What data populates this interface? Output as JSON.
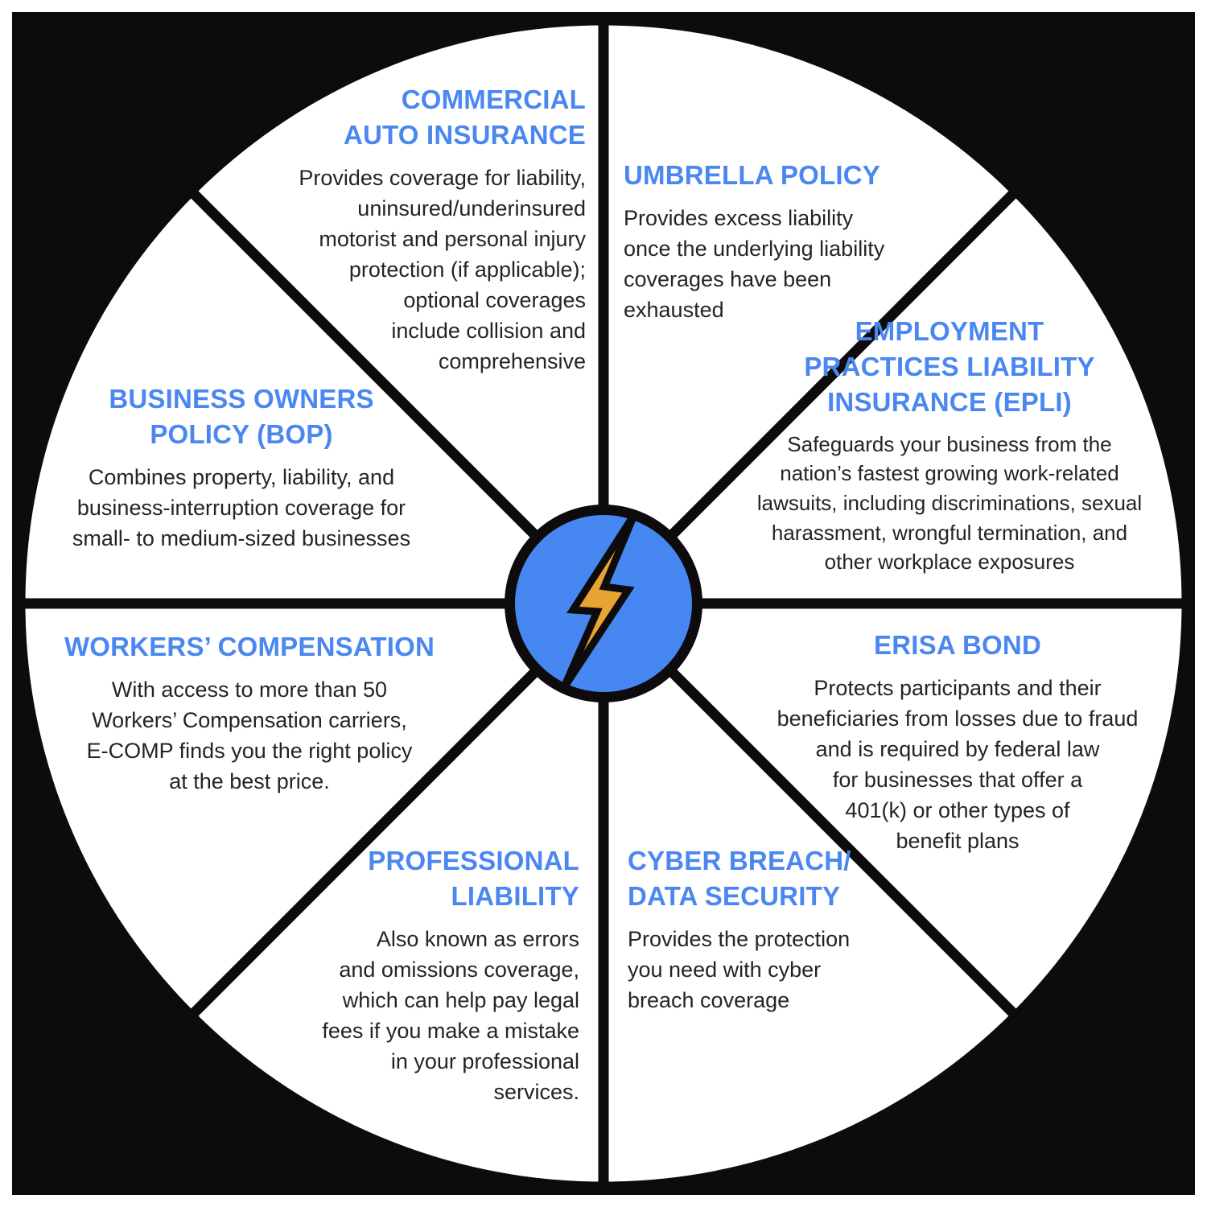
{
  "diagram": {
    "type": "insurance-coverage-wheel",
    "colors": {
      "canvas_black": "#0d0b0c",
      "wheel_white": "#ffffff",
      "heading_blue": "#4a87f0",
      "body_text": "#262324",
      "center_blue": "#4787f2",
      "bolt_gold": "#e7a431"
    },
    "center": {
      "icon": "lightning-bolt-icon"
    },
    "segments": [
      {
        "id": "umbrella-policy",
        "position": "top-right",
        "title": "UMBRELLA POLICY",
        "description": "Provides excess liability\nonce the underlying liability\ncoverages have been\nexhausted"
      },
      {
        "id": "employment-practices-liability-insurance",
        "position": "right-upper",
        "title": "EMPLOYMENT\nPRACTICES LIABILITY\nINSURANCE (EPLI)",
        "description": "Safeguards your business from the\nnation’s fastest growing work-related\nlawsuits, including discriminations, sexual\nharassment, wrongful termination, and\nother workplace exposures"
      },
      {
        "id": "erisa-bond",
        "position": "right-lower",
        "title": "ERISA BOND",
        "description": "Protects participants and their\nbeneficiaries from losses due to fraud\nand is required by federal law\nfor businesses that offer a\n401(k) or other types of\nbenefit plans"
      },
      {
        "id": "cyber-breach-data-security",
        "position": "bottom-right",
        "title": "CYBER BREACH/\nDATA SECURITY",
        "description": "Provides the protection\nyou need with cyber\nbreach coverage"
      },
      {
        "id": "professional-liability",
        "position": "bottom-left",
        "title": "PROFESSIONAL\nLIABILITY",
        "description": "Also known as errors\nand omissions coverage,\nwhich can help pay legal\nfees if you make a mistake\nin your professional\nservices."
      },
      {
        "id": "workers-compensation",
        "position": "left-lower",
        "title": "WORKERS’ COMPENSATION",
        "description": "With access to more than 50\nWorkers’ Compensation carriers,\nE-COMP finds you the right policy\nat the best price."
      },
      {
        "id": "business-owners-policy",
        "position": "left-upper",
        "title": "BUSINESS OWNERS\nPOLICY (BOP)",
        "description": "Combines property, liability, and\nbusiness-interruption coverage for\nsmall- to medium-sized businesses"
      },
      {
        "id": "commercial-auto-insurance",
        "position": "top-left",
        "title": "COMMERCIAL\nAUTO INSURANCE",
        "description": "Provides coverage for liability,\nuninsured/underinsured\nmotorist and personal injury\nprotection (if applicable);\noptional coverages\ninclude collision and\ncomprehensive"
      }
    ]
  }
}
